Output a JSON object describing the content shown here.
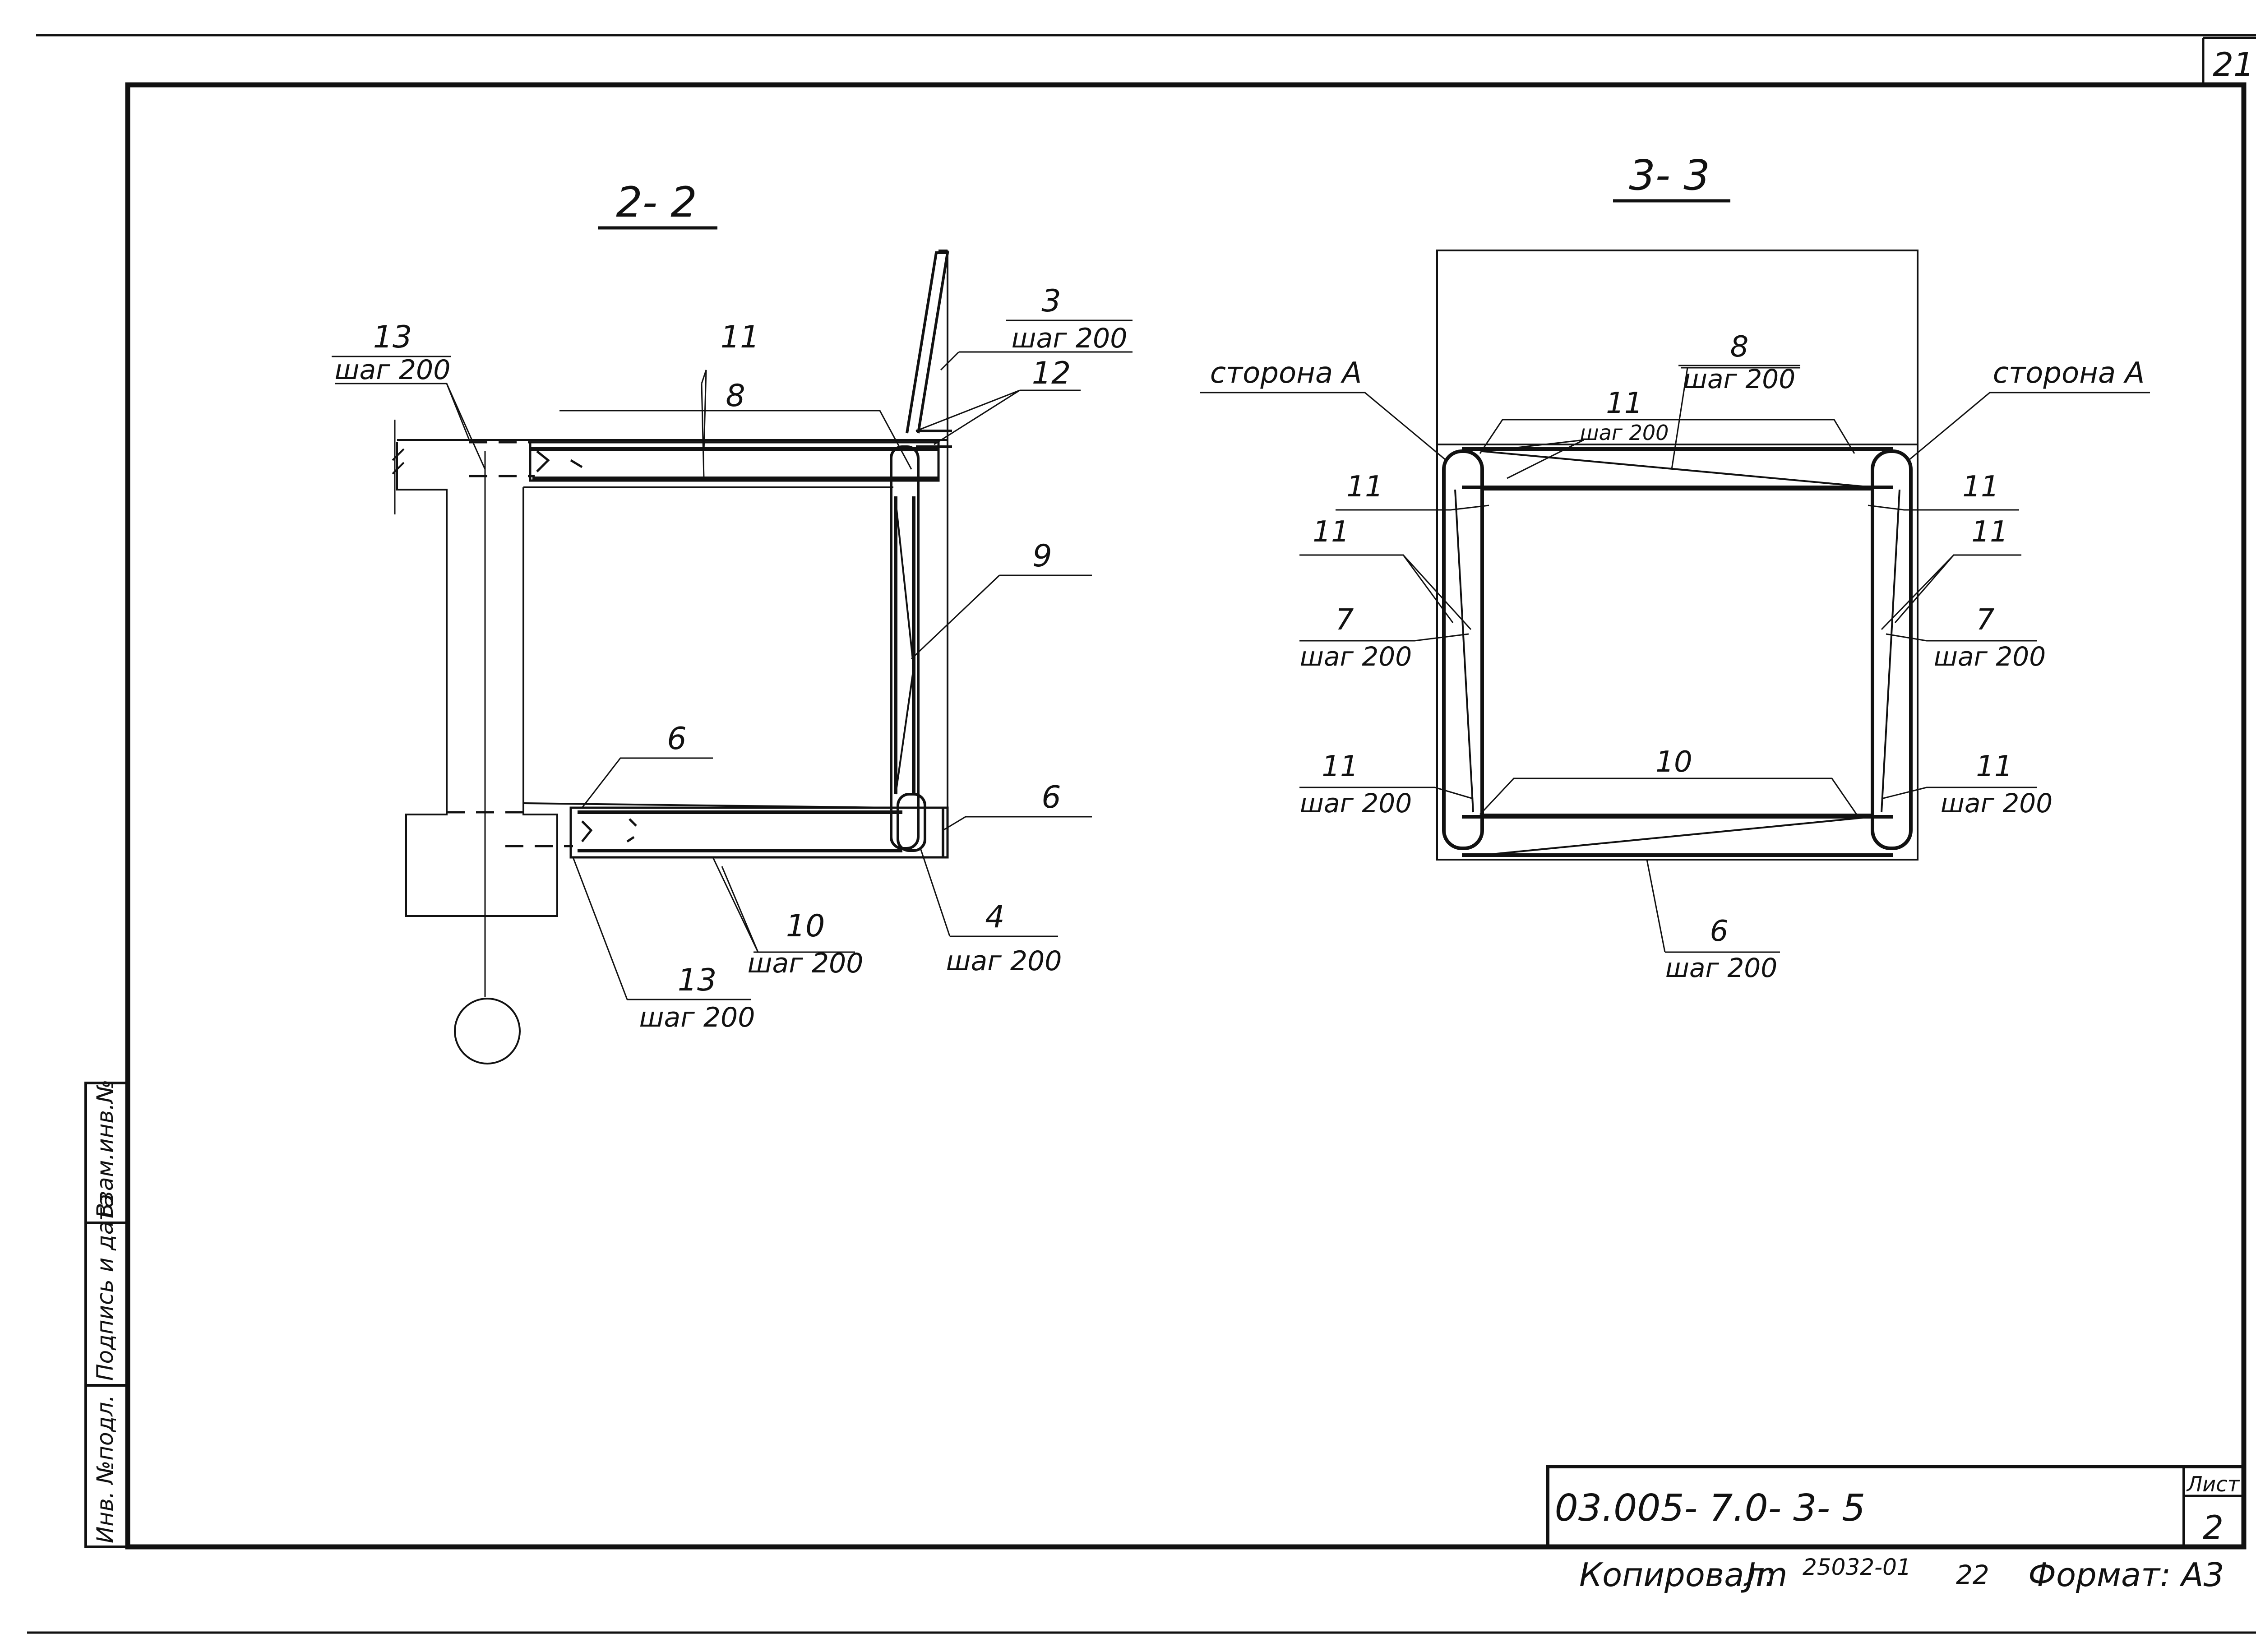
{
  "sheet_number_corner": "21",
  "sections": {
    "s22": {
      "title": "2- 2",
      "labels": {
        "l13_top": "13",
        "l13_top_step": "шаг 200",
        "l11": "11",
        "l8": "8",
        "l3": "3",
        "l3_step": "шаг 200",
        "l12": "12",
        "l9": "9",
        "l6_left": "6",
        "l6_right": "6",
        "l10": "10",
        "l10_step": "шаг 200",
        "l4": "4",
        "l4_step": "шаг 200",
        "l13_bot": "13",
        "l13_bot_step": "шаг 200"
      }
    },
    "s33": {
      "title": "3- 3",
      "labels": {
        "side_a_left": "сторона А",
        "side_a_right": "сторона А",
        "l8": "8",
        "l8_step": "шаг 200",
        "l11_top": "11",
        "l11_top_step": "шаг 200",
        "l11_left1": "11",
        "l11_left2": "11",
        "l7_left": "7",
        "l7_left_step": "шаг 200",
        "l11_left_bot": "11",
        "l11_left_bot_step": "шаг 200",
        "l11_right1": "11",
        "l11_right2": "11",
        "l7_right": "7",
        "l7_right_step": "шаг 200",
        "l11_right_bot": "11",
        "l11_right_bot_step": "шаг 200",
        "l10": "10",
        "l6": "6",
        "l6_step": "шаг 200"
      }
    }
  },
  "side_stamp": {
    "inv_orig": "Инв. №подл.",
    "sign_date": "Подпись и дата",
    "inv_replace": "Взам.инв.№"
  },
  "title_block": {
    "document_code": "03.005- 7.0- 3- 5",
    "sheet_label": "Лист",
    "sheet_number": "2"
  },
  "footer": {
    "copied_by": "Копировал:",
    "copied_sign": "Jm",
    "copied_number": "25032-01",
    "copied_extra": "22",
    "format_label": "Формат: А3"
  }
}
